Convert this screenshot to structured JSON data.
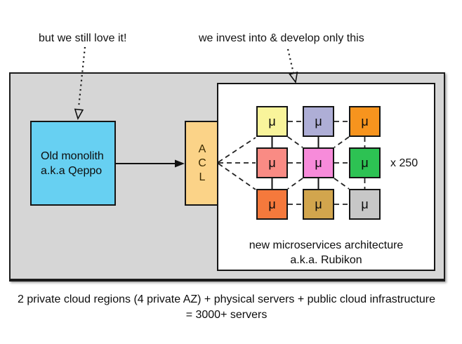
{
  "annotations": {
    "monolith_note": "but we still love it!",
    "invest_note": "we invest into & develop only this"
  },
  "monolith": {
    "name_line1": "Old monolith",
    "name_line2": "a.k.a Qeppo",
    "fill": "#67d0f2"
  },
  "acl": {
    "letter1": "A",
    "letter2": "C",
    "letter3": "L",
    "fill": "#fbd388"
  },
  "microservices_panel": {
    "caption_line1": "new microservices architecture",
    "caption_line2": "a.k.a. Rubikon",
    "multiplier_label": "x 250",
    "service_symbol": "μ",
    "cells": [
      {
        "color": "#f9f49b"
      },
      {
        "color": "#aeaed6"
      },
      {
        "color": "#f7941e"
      },
      {
        "color": "#f98b84"
      },
      {
        "color": "#f78bda"
      },
      {
        "color": "#2dc253"
      },
      {
        "color": "#f5793c"
      },
      {
        "color": "#d2a54d"
      },
      {
        "color": "#c7c7c7"
      }
    ]
  },
  "footer": {
    "line1": "2 private cloud regions (4 private AZ) + physical servers + public cloud infrastructure",
    "line2": "= 3000+ servers"
  }
}
